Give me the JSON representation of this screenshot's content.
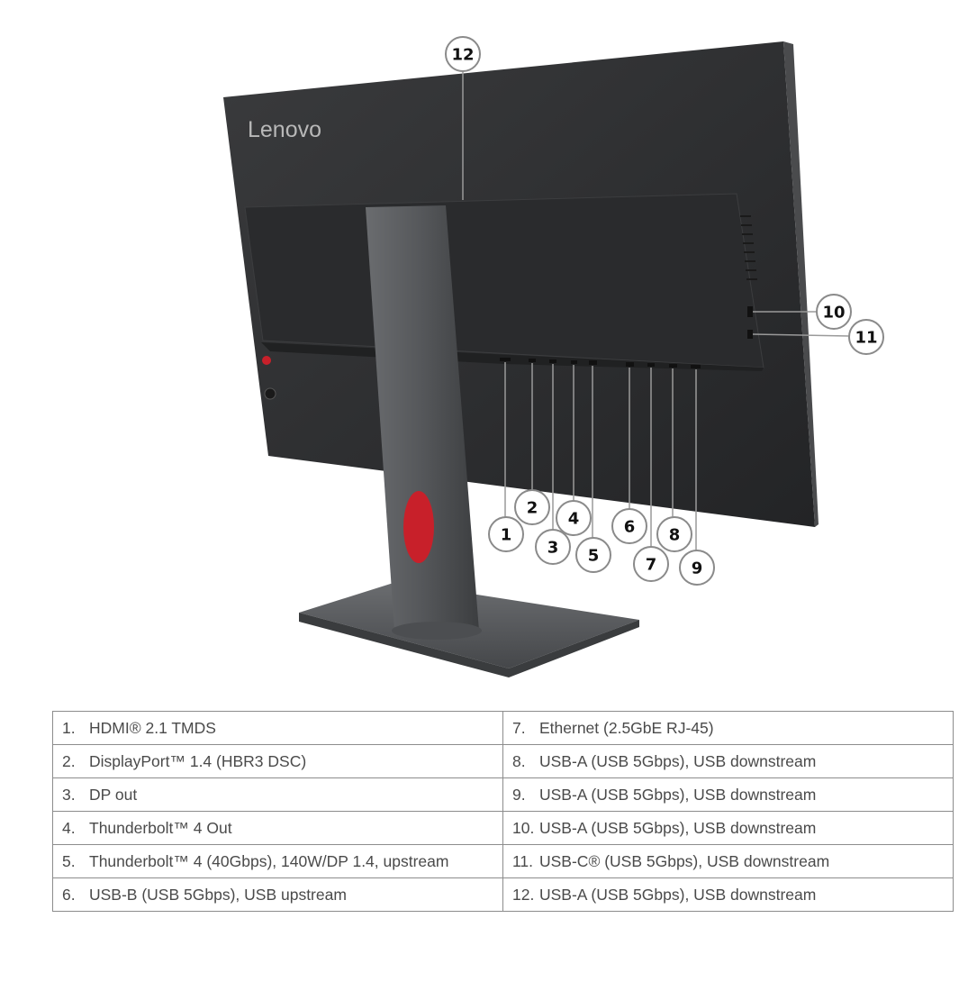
{
  "figure": {
    "brand_logo": "Lenovo",
    "callouts": [
      {
        "n": "12"
      },
      {
        "n": "10"
      },
      {
        "n": "11"
      },
      {
        "n": "1"
      },
      {
        "n": "2"
      },
      {
        "n": "3"
      },
      {
        "n": "4"
      },
      {
        "n": "5"
      },
      {
        "n": "6"
      },
      {
        "n": "7"
      },
      {
        "n": "8"
      },
      {
        "n": "9"
      }
    ],
    "colors": {
      "accent_red": "#c8202a",
      "body": "#2e2f31",
      "stand": "#55575a"
    }
  },
  "ports_table": {
    "left": [
      {
        "num": "1.",
        "label": "HDMI® 2.1 TMDS"
      },
      {
        "num": "2.",
        "label": "DisplayPort™ 1.4 (HBR3 DSC)"
      },
      {
        "num": "3.",
        "label": "DP out"
      },
      {
        "num": "4.",
        "label": "Thunderbolt™ 4 Out"
      },
      {
        "num": "5.",
        "label": "Thunderbolt™ 4 (40Gbps), 140W/DP 1.4, upstream"
      },
      {
        "num": "6.",
        "label": "USB-B (USB 5Gbps), USB upstream"
      }
    ],
    "right": [
      {
        "num": "7.",
        "label": "Ethernet (2.5GbE RJ-45)"
      },
      {
        "num": "8.",
        "label": "USB-A (USB 5Gbps), USB downstream"
      },
      {
        "num": "9.",
        "label": "USB-A (USB 5Gbps), USB downstream"
      },
      {
        "num": "10.",
        "label": "USB-A (USB 5Gbps), USB downstream"
      },
      {
        "num": "11.",
        "label": "USB-C® (USB 5Gbps), USB downstream"
      },
      {
        "num": "12.",
        "label": "USB-A (USB 5Gbps), USB downstream"
      }
    ]
  }
}
